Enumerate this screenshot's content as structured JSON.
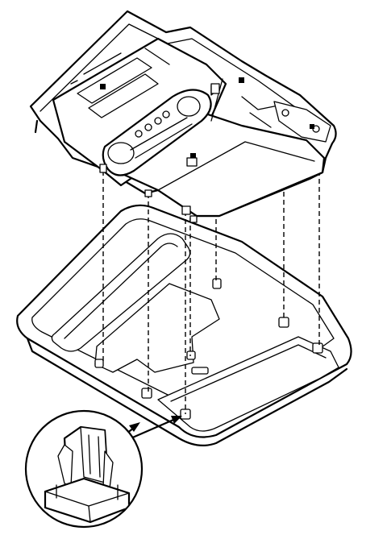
{
  "figure": {
    "labels": []
  },
  "colors": {
    "line": "#000000",
    "background": "#ffffff"
  },
  "parts": [
    "overhead-console-upper-housing",
    "overhead-console-trim-panel",
    "retaining-clip-detail"
  ]
}
